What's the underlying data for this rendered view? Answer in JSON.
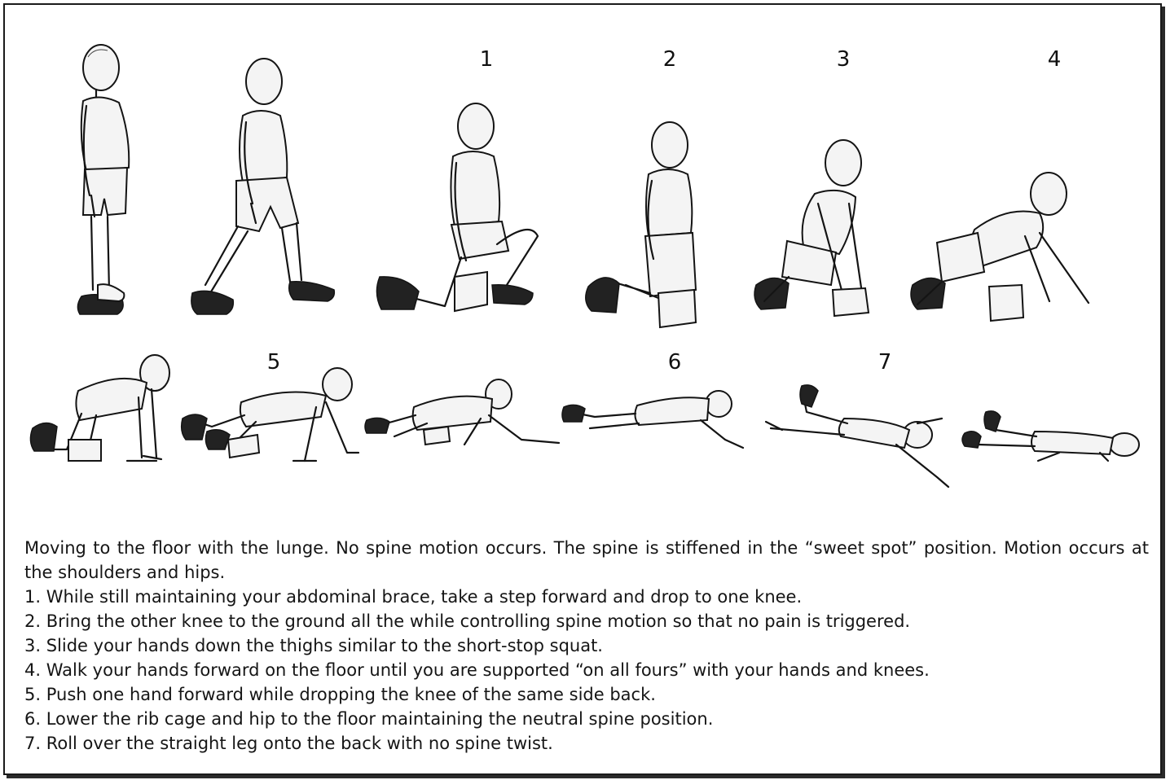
{
  "step_numbers": {
    "s1": "1",
    "s2": "2",
    "s3": "3",
    "s4": "4",
    "s5": "5",
    "s6": "6",
    "s7": "7"
  },
  "caption": {
    "intro": "Moving to the floor with the lunge. No spine motion occurs. The spine is stiffened in the “sweet spot” position. Motion occurs at the shoulders and hips.",
    "steps": [
      "1. While still maintaining your abdominal brace, take a step forward and drop to one knee.",
      "2. Bring the other knee to the ground all the while controlling spine motion so that no pain is triggered.",
      "3. Slide your hands down the thighs similar to the short-stop squat.",
      "4. Walk your hands forward on the floor until you are supported “on all fours” with your hands and knees.",
      "5. Push one hand forward while dropping the knee of the same side back.",
      "6. Lower the rib cage and hip to the floor maintaining the neutral spine position.",
      "7. Roll over the straight leg onto the back with no spine twist."
    ]
  }
}
